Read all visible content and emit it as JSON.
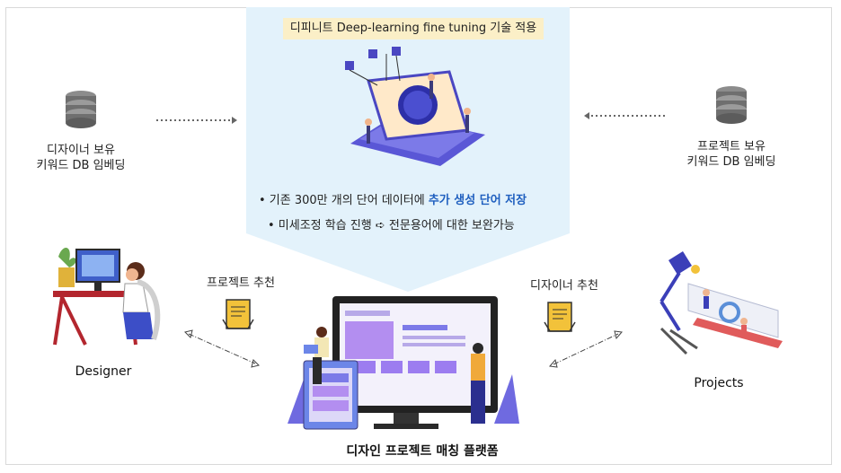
{
  "banner": "디피니트 Deep-learning fine tuning 기술 적용",
  "bullets": [
    {
      "prefix": "• 기존 300만 개의 단어 데이터에 ",
      "highlight": "추가 생성 단어 저장"
    },
    {
      "prefix": "• 미세조정 학습 진행 ",
      "arrow": "➪",
      "suffix": " 전문용어에 대한 보완가능"
    }
  ],
  "left_db": {
    "line1": "디자이너 보유",
    "line2": "키워드 DB 임베딩"
  },
  "right_db": {
    "line1": "프로젝트 보유",
    "line2": "키워드 DB 임베딩"
  },
  "left_rec": "프로젝트 추천",
  "right_rec": "디자이너 추천",
  "designer_label": "Designer",
  "projects_label": "Projects",
  "platform_label": "디자인 프로젝트 매칭 플랫폼",
  "colors": {
    "funnel": "#e3f2fb",
    "banner": "#fbefc7",
    "highlight": "#1f5fbf",
    "accent": "#6f6ae0"
  }
}
